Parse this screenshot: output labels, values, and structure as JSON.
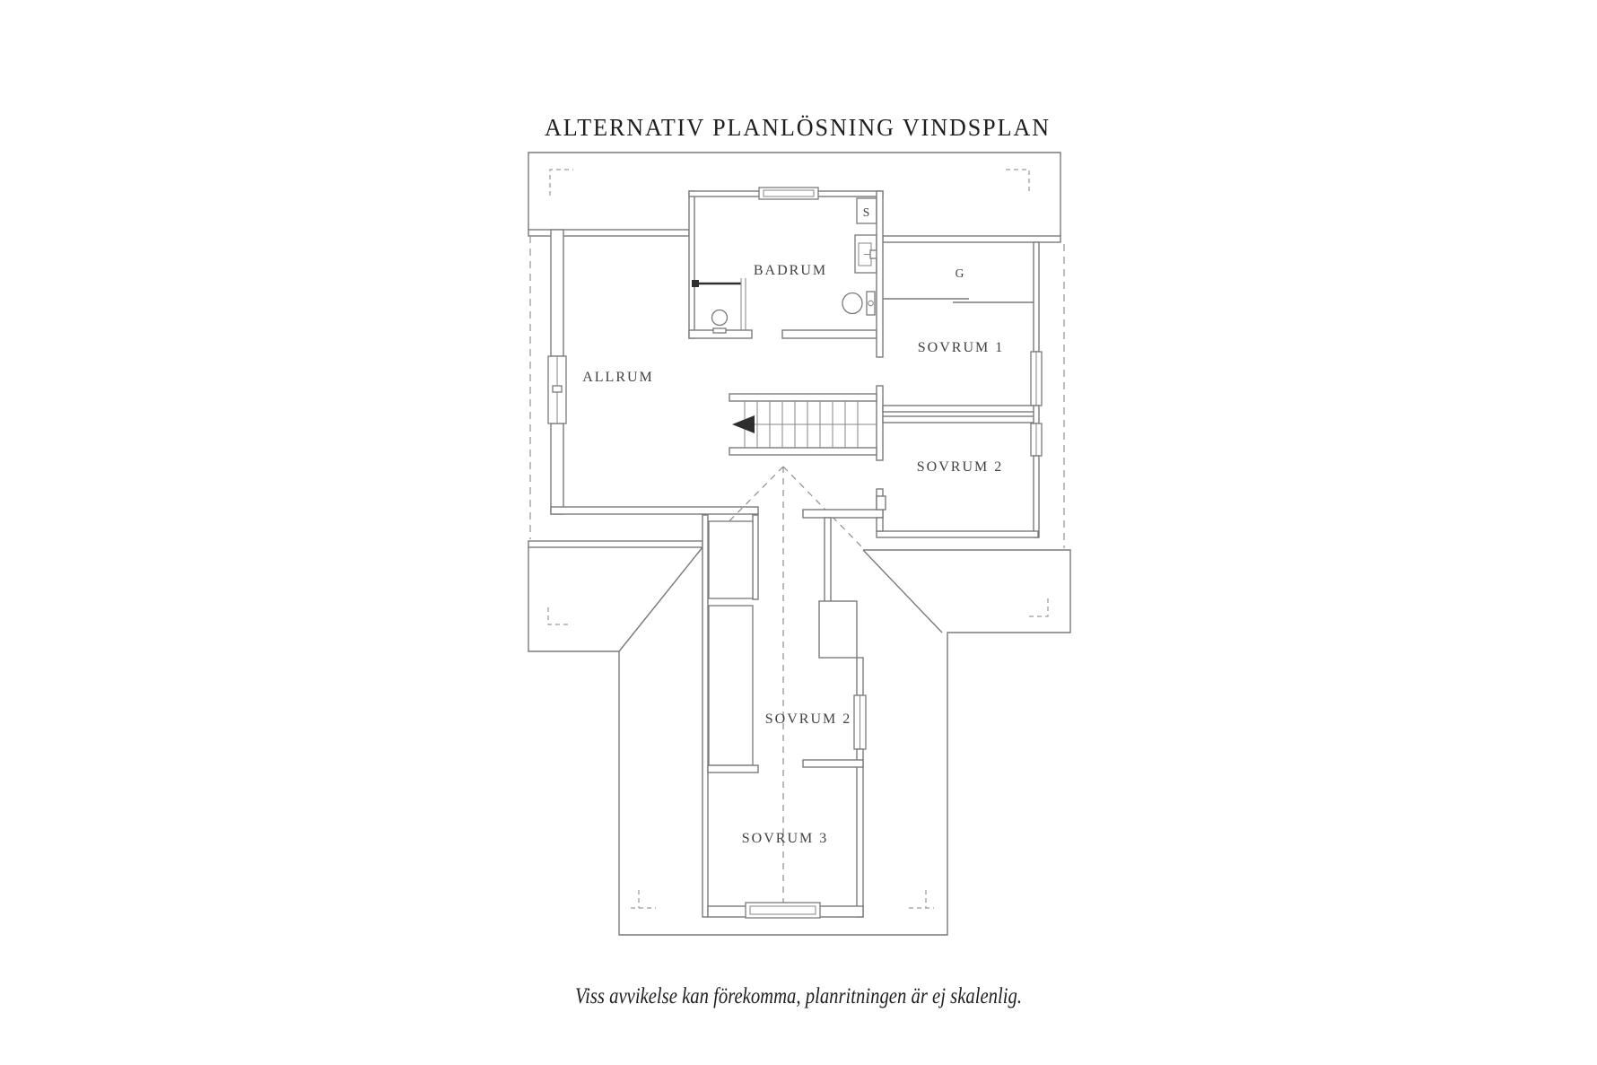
{
  "title": {
    "text": "ALTERNATIV PLANLÖSNING VINDSPLAN"
  },
  "footer": {
    "text": "Viss avvikelse kan förekomma, planritningen är ej skalenlig."
  },
  "floor_plan": {
    "rooms": [
      {
        "id": "allrum",
        "label": "ALLRUM"
      },
      {
        "id": "badrum",
        "label": "BADRUM"
      },
      {
        "id": "sovrum-1",
        "label": "SOVRUM 1"
      },
      {
        "id": "sovrum-2-upper",
        "label": "SOVRUM 2"
      },
      {
        "id": "sovrum-2-lower",
        "label": "SOVRUM 2"
      },
      {
        "id": "sovrum-3",
        "label": "SOVRUM 3"
      }
    ],
    "closets": [
      {
        "id": "s-closet",
        "label": "S"
      },
      {
        "id": "g-wardrobe",
        "label": "G"
      }
    ],
    "stairs": {
      "treads": 10,
      "arrow_direction": "left"
    },
    "fixtures": [
      "toilet",
      "sink",
      "shower"
    ],
    "colors": {
      "background": "#ffffff",
      "wall_line": "#7a7a7a",
      "dashed_line": "#929292",
      "dark_accent": "#2e2e2e",
      "label_text": "#414141",
      "heading_text": "#1e1e1e"
    }
  }
}
